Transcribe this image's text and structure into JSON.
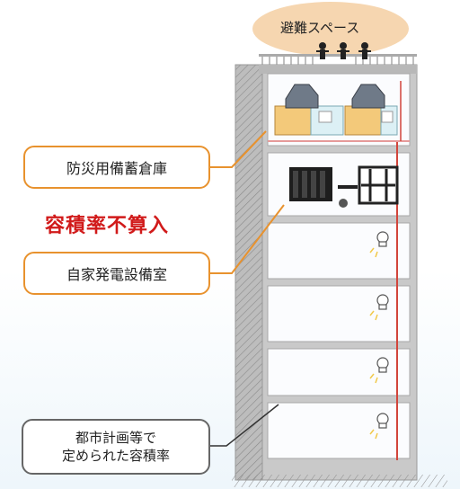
{
  "labels": {
    "evacuation_space": "避難スペース",
    "storage": "防災用備蓄倉庫",
    "not_counted": "容積率不算入",
    "generator_room": "自家発電設備室",
    "far_line1": "都市計画等で",
    "far_line2": "定められた容積率"
  },
  "colors": {
    "orange": "#e8922e",
    "red_text": "#d11a1a",
    "bubble": "#f6d6b0",
    "building_gray": "#c9c9c9",
    "pipe_red": "#d2453b"
  },
  "icons": [
    "people-icon",
    "storage-boxes-icon",
    "generator-icon",
    "light-bulb-icon"
  ]
}
